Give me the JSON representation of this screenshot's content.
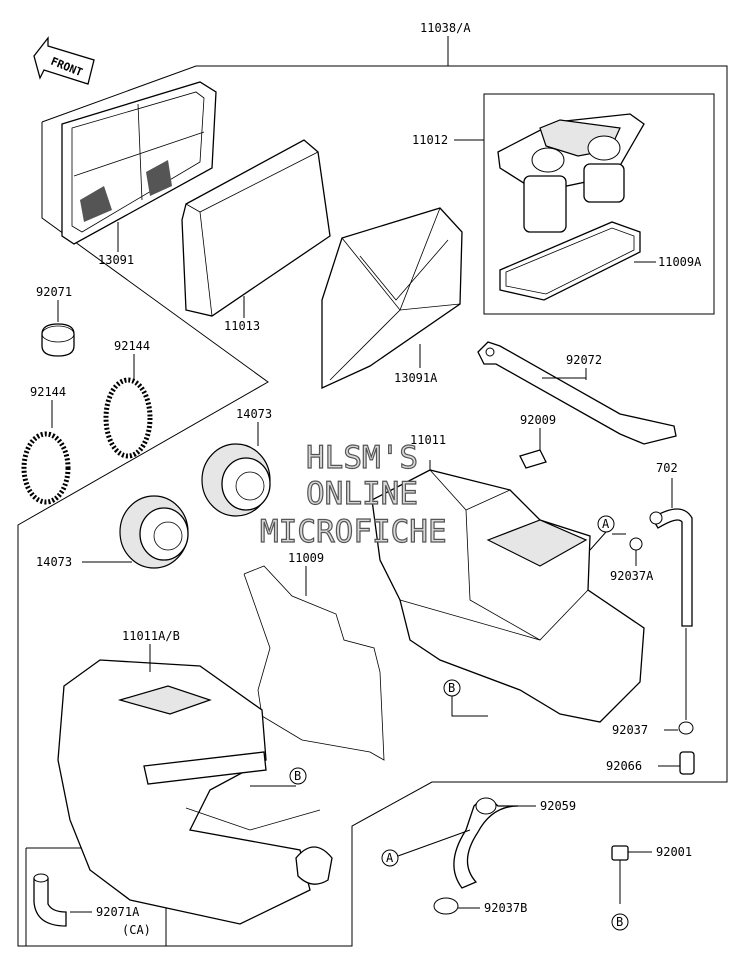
{
  "watermark": {
    "line1": "HLSM'S",
    "line2": "ONLINE",
    "line3": "MICROFICHE"
  },
  "front_tag": "FRONT",
  "labels": {
    "p11038A": "11038/A",
    "p11012": "11012",
    "p11009A": "11009A",
    "p13091": "13091",
    "p11013": "11013",
    "p13091A": "13091A",
    "p92071": "92071",
    "p92144a": "92144",
    "p92144b": "92144",
    "p92072": "92072",
    "p14073a": "14073",
    "p14073b": "14073",
    "p92009": "92009",
    "p11011": "11011",
    "p702": "702",
    "p92037A": "92037A",
    "p11009": "11009",
    "p11011AB": "11011A/B",
    "p92037": "92037",
    "p92066": "92066",
    "p92059": "92059",
    "p92001": "92001",
    "p92037B": "92037B",
    "p92071A": "92071A",
    "pCA": "(CA)"
  },
  "refs": {
    "A": "A",
    "B": "B"
  }
}
